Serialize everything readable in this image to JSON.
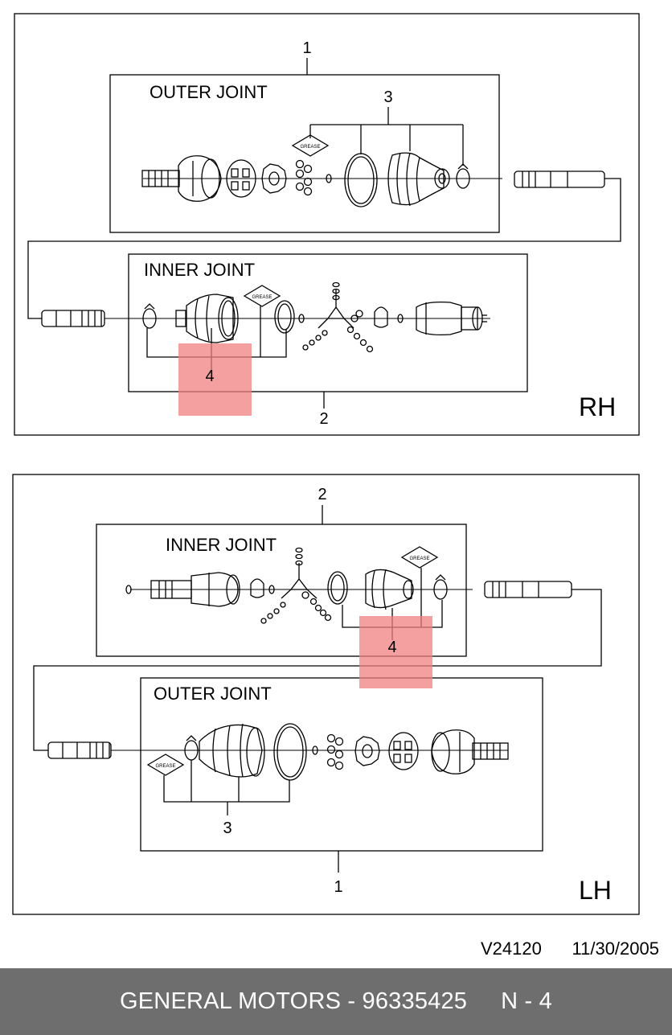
{
  "rh_panel": {
    "side_label": "RH",
    "outer_joint": {
      "title": "OUTER JOINT",
      "callout_number": "1"
    },
    "inner_joint": {
      "title": "INNER JOINT",
      "callout_number": "2"
    },
    "boot_kit_callout": "3",
    "highlighted_callout": "4"
  },
  "lh_panel": {
    "side_label": "LH",
    "inner_joint": {
      "title": "INNER JOINT",
      "callout_number": "2"
    },
    "outer_joint": {
      "title": "OUTER JOINT",
      "callout_number": "1"
    },
    "boot_kit_callout": "3",
    "highlighted_callout": "4"
  },
  "grease_icon_text": "GREASE",
  "doc_code": "V24120",
  "doc_date": "11/30/2005",
  "footer": {
    "manufacturer_part": "GENERAL MOTORS - 96335425",
    "page_ref": "N - 4"
  },
  "colors": {
    "highlight": "#f08080",
    "footer_bg": "#6e6e6e",
    "footer_text": "#ffffff",
    "line": "#000000"
  }
}
